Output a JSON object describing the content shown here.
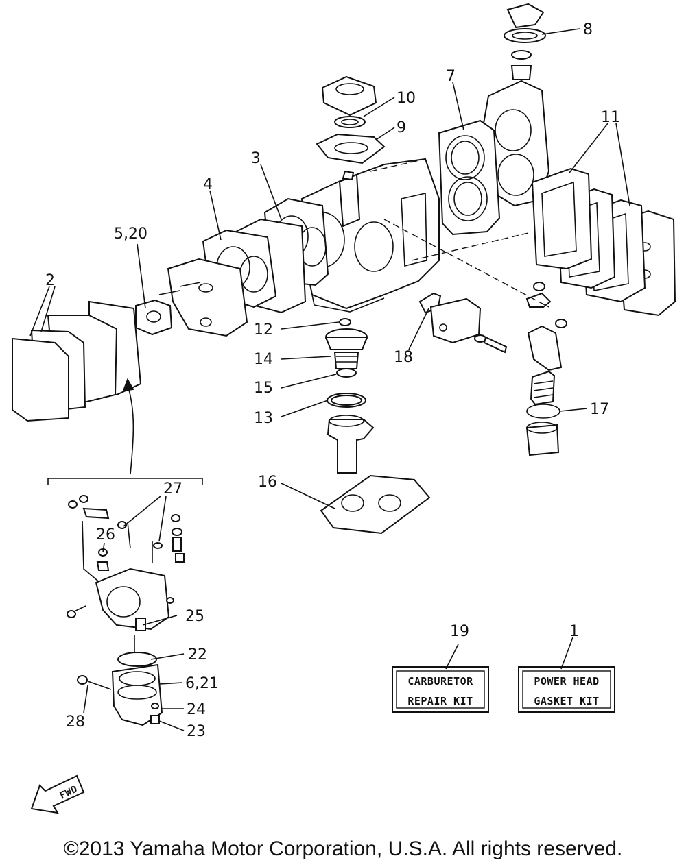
{
  "callouts": {
    "c1": "1",
    "c2": "2",
    "c3": "3",
    "c4": "4",
    "c5_20": "5,20",
    "c6_21": "6,21",
    "c7": "7",
    "c8": "8",
    "c9": "9",
    "c10": "10",
    "c11": "11",
    "c12": "12",
    "c13": "13",
    "c14": "14",
    "c15": "15",
    "c16": "16",
    "c17": "17",
    "c18": "18",
    "c19": "19",
    "c22": "22",
    "c23": "23",
    "c24": "24",
    "c25": "25",
    "c26": "26",
    "c27": "27",
    "c28": "28"
  },
  "kits": {
    "carburetor": {
      "line1": "CARBURETOR",
      "line2": "REPAIR KIT"
    },
    "power_head": {
      "line1": "POWER HEAD",
      "line2": "GASKET KIT"
    }
  },
  "fwd_label": "FWD",
  "copyright": "©2013 Yamaha Motor Corporation, U.S.A. All rights reserved."
}
